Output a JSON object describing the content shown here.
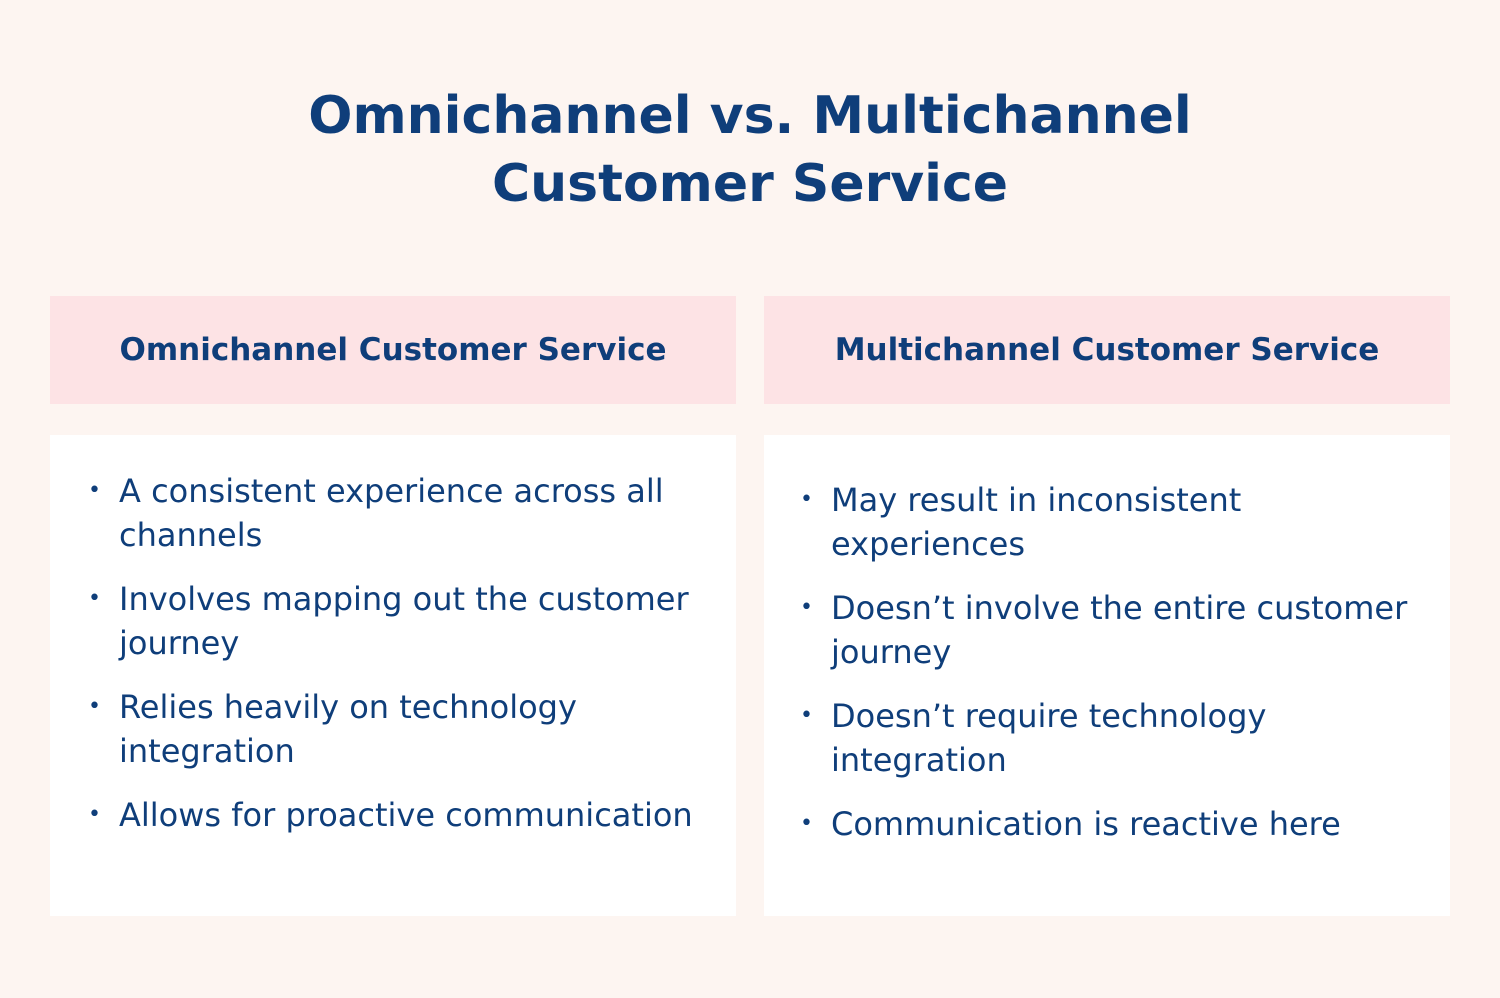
{
  "title": {
    "line1": "Omnichannel vs. Multichannel",
    "line2": "Customer Service"
  },
  "columns": [
    {
      "heading": "Omnichannel Customer Service",
      "items": [
        "A consistent experience across all channels",
        "Involves mapping out the customer journey",
        "Relies heavily on technology integration",
        "Allows for proactive communication"
      ]
    },
    {
      "heading": "Multichannel Customer Service",
      "items": [
        "May result in inconsistent experiences",
        "Doesn’t involve the entire customer journey",
        "Doesn’t require technology integration",
        "Communication is reactive here"
      ]
    }
  ],
  "colors": {
    "background": "#fdf5f1",
    "header_fill": "#fde3e5",
    "card_fill": "#ffffff",
    "text": "#0f3e7a"
  }
}
